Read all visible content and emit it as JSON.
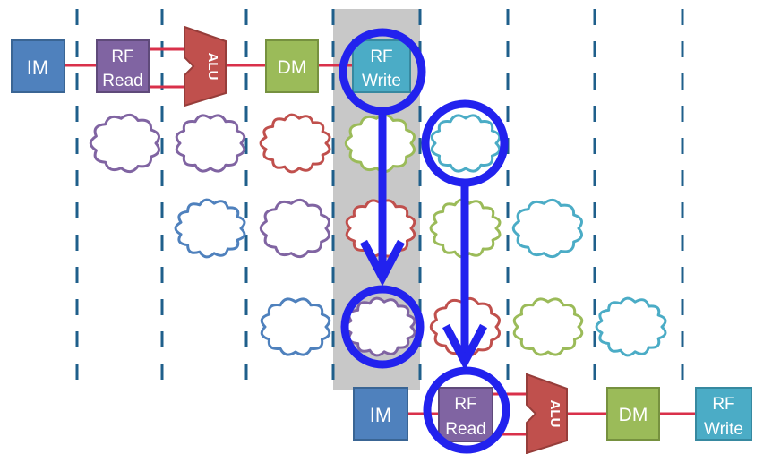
{
  "colors": {
    "im": "#4f81bd",
    "rf_read": "#8064a2",
    "alu": "#c0504d",
    "dm": "#9bbb59",
    "rf_write": "#4bacc6",
    "wire": "#d9304a",
    "divider": "#1f5f8b",
    "highlight": "#c8c8c8",
    "arrow": "#2222ee"
  },
  "pipeline_top": {
    "im": "IM",
    "rf_read_line1": "RF",
    "rf_read_line2": "Read",
    "alu": "ALU",
    "dm": "DM",
    "rf_write_line1": "RF",
    "rf_write_line2": "Write"
  },
  "pipeline_bottom": {
    "im": "IM",
    "rf_read_line1": "RF",
    "rf_read_line2": "Read",
    "alu": "ALU",
    "dm": "DM",
    "rf_write_line1": "RF",
    "rf_write_line2": "Write"
  },
  "clouds": [
    {
      "row": 1,
      "col": 1,
      "stage": "rf_read"
    },
    {
      "row": 1,
      "col": 2,
      "stage": "rf_read_alt"
    },
    {
      "row": 1,
      "col": 3,
      "stage": "alu"
    },
    {
      "row": 1,
      "col": 4,
      "stage": "dm"
    },
    {
      "row": 1,
      "col": 5,
      "stage": "rf_write"
    },
    {
      "row": 2,
      "col": 2,
      "stage": "im"
    },
    {
      "row": 2,
      "col": 3,
      "stage": "rf_read"
    },
    {
      "row": 2,
      "col": 4,
      "stage": "alu"
    },
    {
      "row": 2,
      "col": 5,
      "stage": "dm"
    },
    {
      "row": 2,
      "col": 6,
      "stage": "rf_write"
    },
    {
      "row": 3,
      "col": 3,
      "stage": "im"
    },
    {
      "row": 3,
      "col": 4,
      "stage": "rf_read"
    },
    {
      "row": 3,
      "col": 5,
      "stage": "alu"
    },
    {
      "row": 3,
      "col": 6,
      "stage": "dm"
    },
    {
      "row": 3,
      "col": 7,
      "stage": "rf_write"
    }
  ]
}
